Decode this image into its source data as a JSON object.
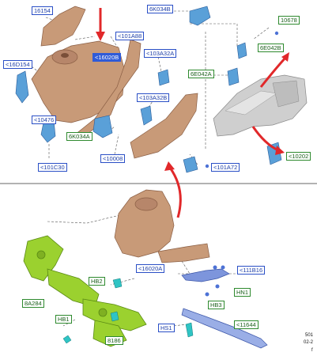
{
  "colors": {
    "steel": "#c89a78",
    "steel_dark": "#8a5e44",
    "fastener": "#4d72d6",
    "bracket": "#5aa0d8",
    "subframe": "#9bd12f",
    "clip": "#2fc4c4",
    "grey_part": "#cfcfcf",
    "arrow": "#e1282a",
    "leader": "#555555"
  },
  "callouts": {
    "c16154": "16154",
    "c6K034B": "6K034B",
    "c10678": "10678",
    "c101A88": "<101A88",
    "c16020B": "<16020B",
    "c6E042B": "6E042B",
    "c16D154": "<16D154",
    "c103A32A": "<103A32A",
    "c6E042A": "6E042A",
    "c103A32B": "<103A32B",
    "c10476": "<10476",
    "c6K034A": "6K034A",
    "c10008": "<10008",
    "c10202": "<10202",
    "c101C30": "<101C30",
    "c101A72": "<101A72",
    "c16020A": "<16020A",
    "c111B16": "<111B16",
    "cHB2": "HB2",
    "cHN1": "HN1",
    "c8A284": "8A284",
    "cHB3": "HB3",
    "cHB1": "HB1",
    "cHS1": "HS1",
    "c11644": "<11644",
    "c8186": "8186"
  },
  "ref_code": {
    "line1": "501",
    "line2": "02-2",
    "line3": "f"
  }
}
